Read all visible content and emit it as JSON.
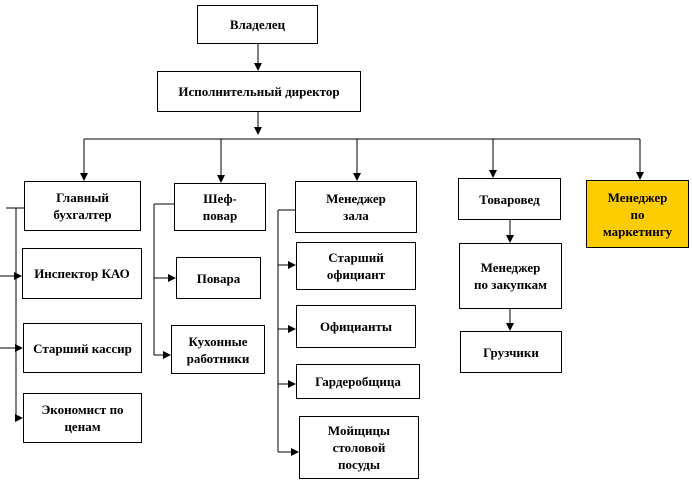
{
  "colors": {
    "highlight": "#ffcc00",
    "line": "#000000"
  },
  "nodes": {
    "owner": "Владелец",
    "exec_director": "Исполнительный директор",
    "chief_accountant": "Главный бухгалтер",
    "inspector_kao": "Инспектор КАО",
    "senior_cashier": "Старший кассир",
    "price_economist": "Экономист по ценам",
    "chef": "Шеф-повар",
    "cooks": "Повара",
    "kitchen_workers": "Кухонные работники",
    "hall_manager": "Менеджер зала",
    "head_waiter": "Старший официант",
    "waiters": "Официанты",
    "cloakroom": "Гардеробщица",
    "dishwashers": "Мойщицы столовой посуды",
    "merchandiser": "Товаровед",
    "purchasing_manager": "Менеджер по закупкам",
    "loaders": "Грузчики",
    "marketing_manager": "Менеджер по маркетингу"
  }
}
